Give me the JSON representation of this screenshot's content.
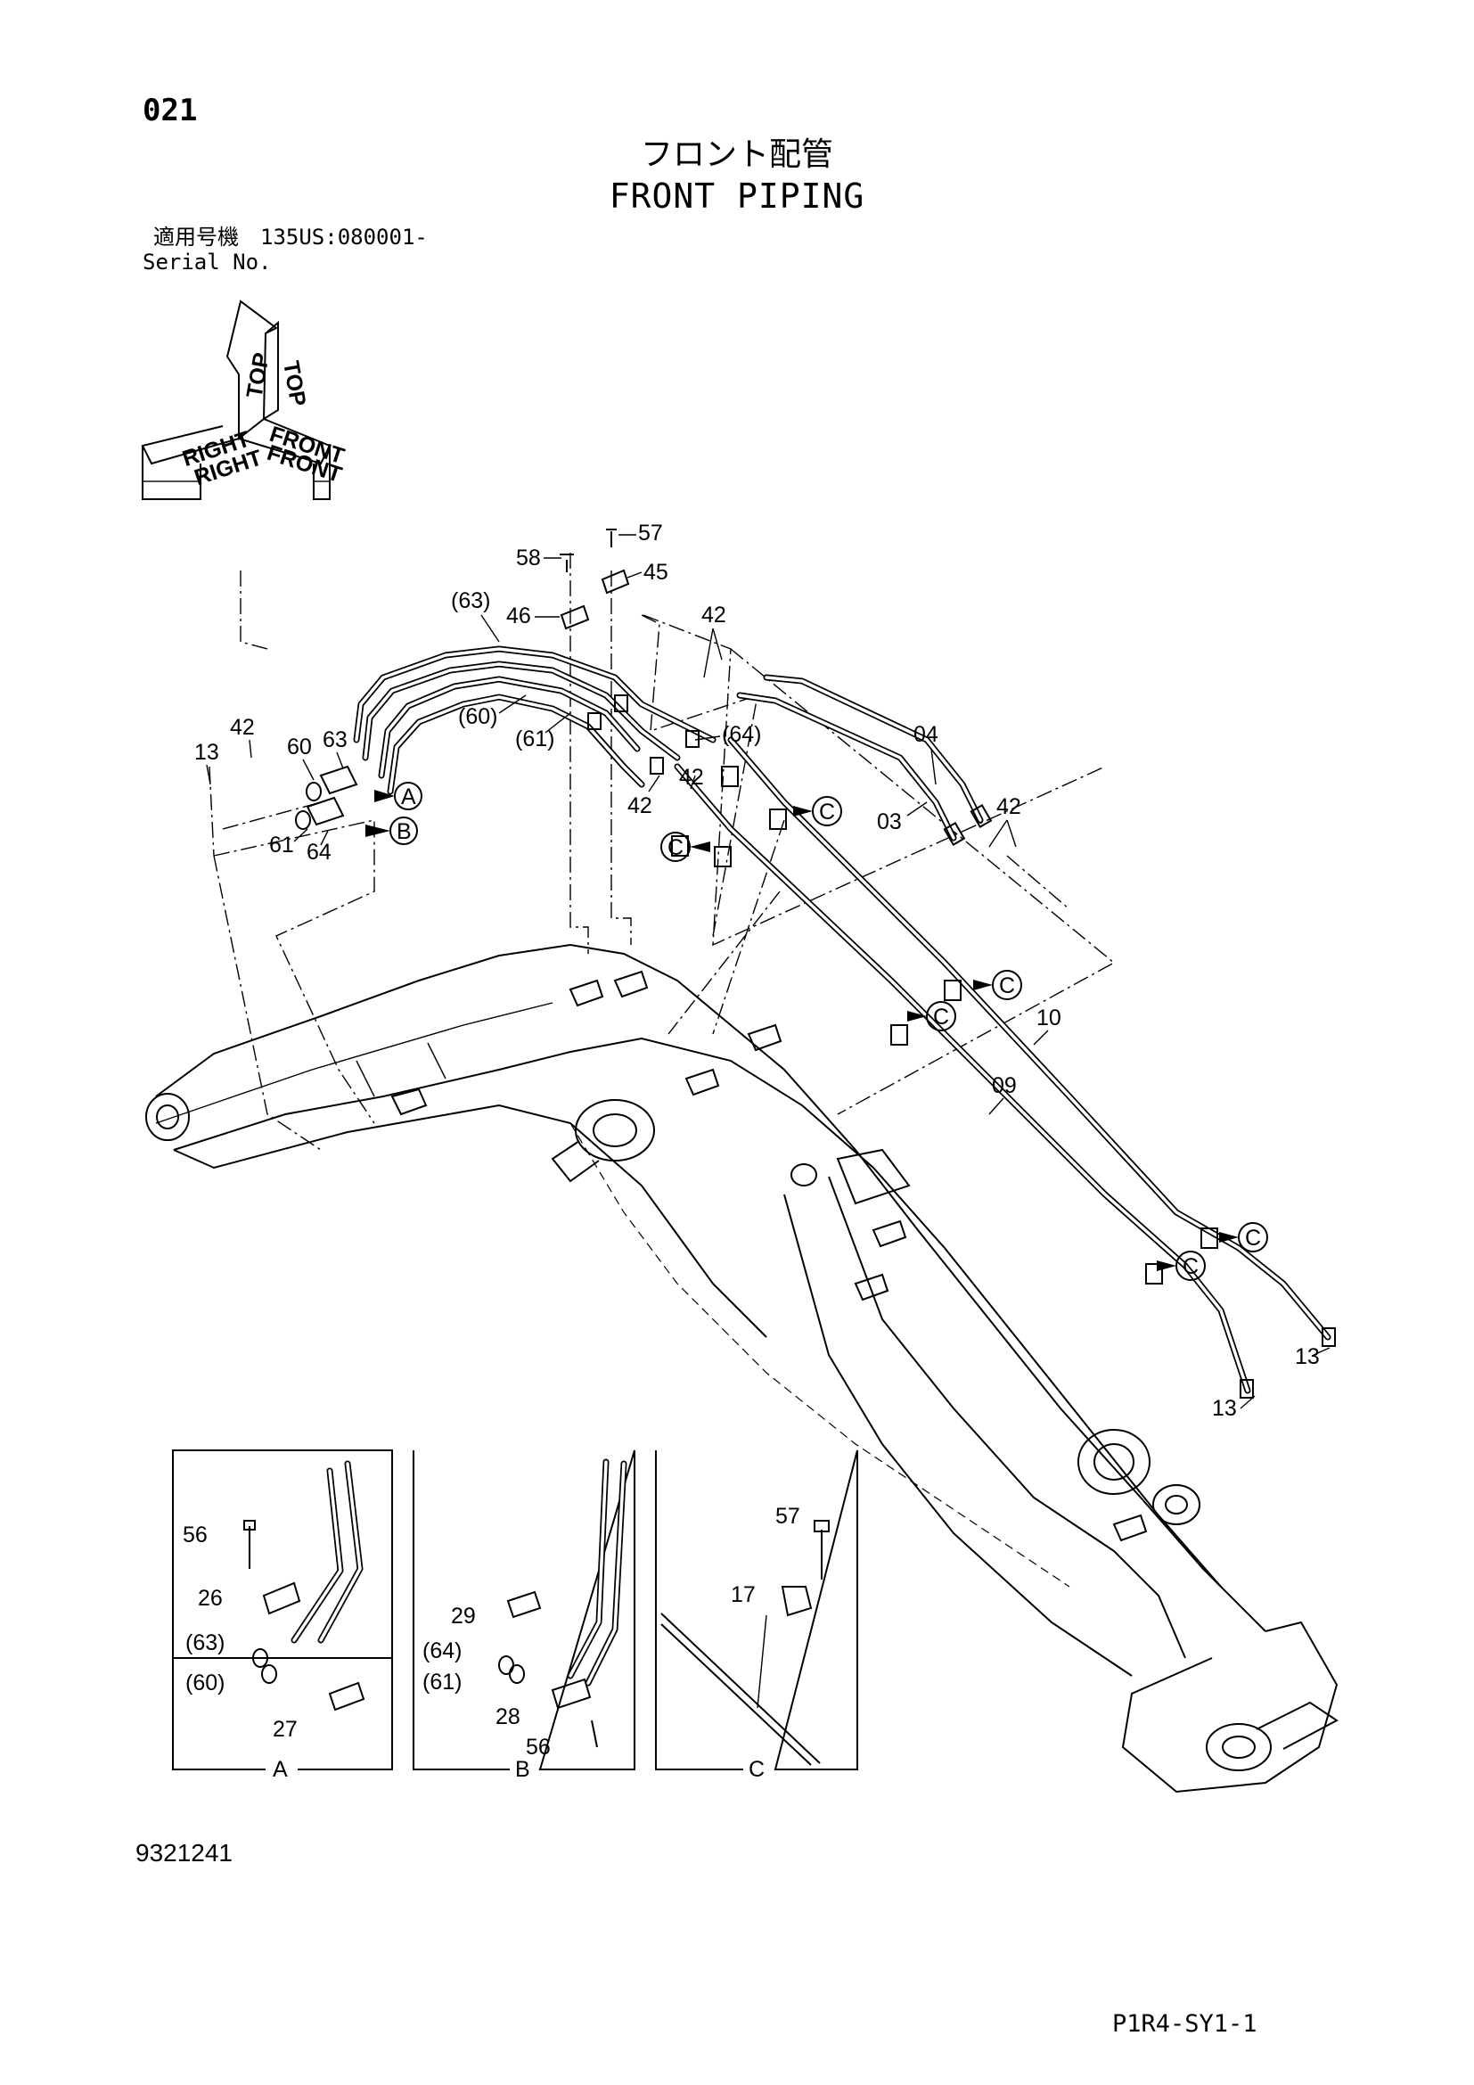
{
  "header": {
    "page_number": "021",
    "title_japanese": "フロント配管",
    "title_english": "FRONT PIPING"
  },
  "serial": {
    "label_japanese": "適用号機",
    "label_english": "Serial No.",
    "range": "135US:080001-"
  },
  "orientation_indicator": {
    "top": "TOP",
    "right": "RIGHT",
    "front": "FRONT"
  },
  "callouts": {
    "p57": "57",
    "p45": "45",
    "p58": "58",
    "p46": "46",
    "p63a": "(63)",
    "p42a": "42",
    "p60a": "(60)",
    "p61a": "(61)",
    "p64a": "(64)",
    "p04": "04",
    "p42b": "42",
    "p42c": "42",
    "p03": "03",
    "p42d": "42",
    "p42e": "42",
    "p13a": "13",
    "p60": "60",
    "p63": "63",
    "p61": "61",
    "p64": "64",
    "p10": "10",
    "p09": "09",
    "p13b": "13",
    "p13c": "13"
  },
  "view_markers": {
    "a": "A",
    "b": "B",
    "c": "C"
  },
  "detail_a": {
    "caption": "A",
    "labels": {
      "p56": "56",
      "p26": "26",
      "p63": "(63)",
      "p60": "(60)",
      "p27": "27"
    }
  },
  "detail_b": {
    "caption": "B",
    "labels": {
      "p29": "29",
      "p64": "(64)",
      "p61": "(61)",
      "p28": "28",
      "p56": "56"
    }
  },
  "detail_c": {
    "caption": "C",
    "labels": {
      "p57": "57",
      "p17": "17"
    }
  },
  "footer": {
    "drawing_number": "9321241",
    "sheet_code": "P1R4-SY1-1"
  }
}
